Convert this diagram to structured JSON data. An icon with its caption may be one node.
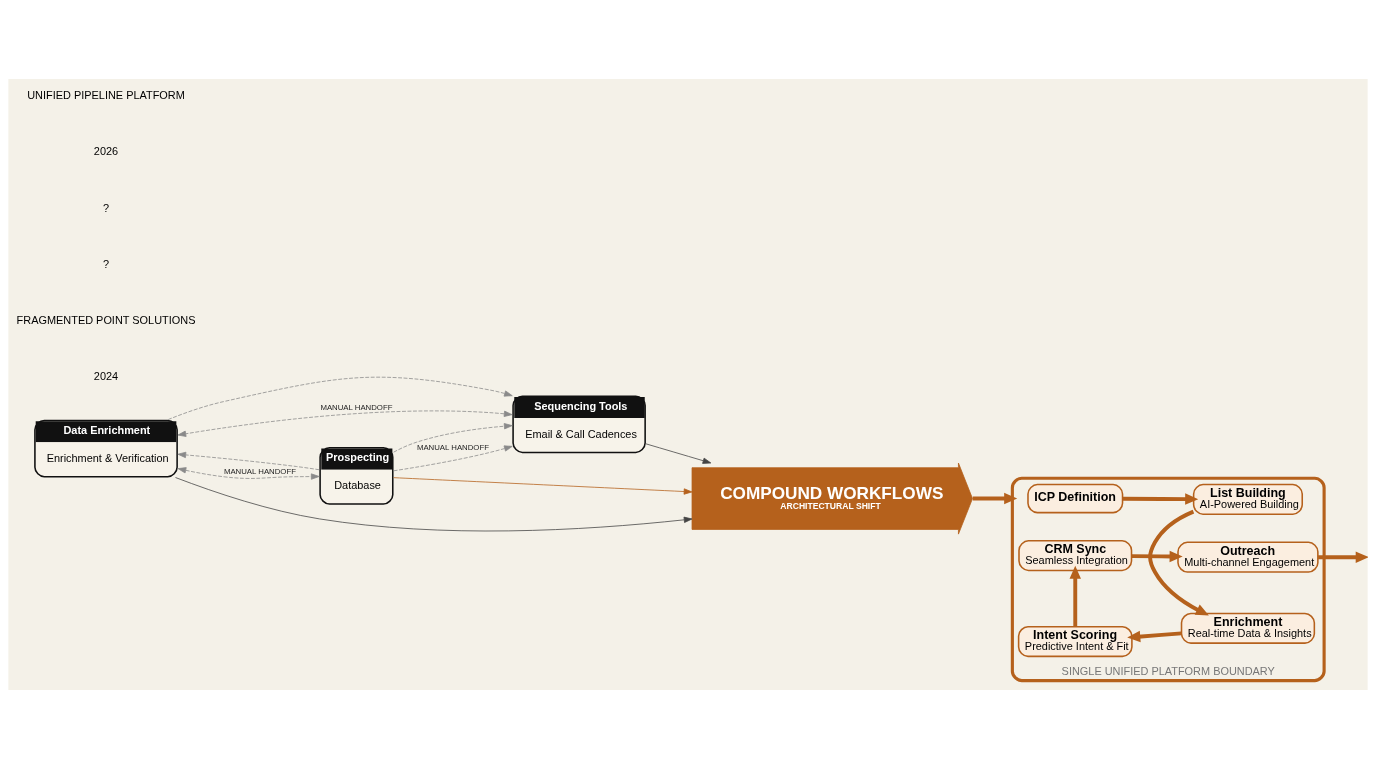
{
  "diagram": {
    "nodes": [
      {
        "text": [
          "Data Enrichment",
          "Enrichment & Verification"
        ]
      },
      {
        "text": [
          "Prospecting",
          "Database"
        ]
      },
      {
        "text": [
          "Sequencing Tools",
          "Email & Call Cadences"
        ]
      },
      {
        "text": [
          "COMPOUND WORKFLOWS",
          "ARCHITECTURAL SHIFT"
        ]
      },
      {
        "text": [
          "SINGLE UNIFIED PLATFORM BOUNDARY"
        ]
      },
      {
        "text": [
          "ICP Definition"
        ],
        "in": 4
      },
      {
        "text": [
          "List Building",
          "AI-Powered Building"
        ],
        "in": 4
      },
      {
        "text": [
          "Enrichment",
          "Real-time Data & Insights"
        ],
        "in": 4
      },
      {
        "text": [
          "Intent Scoring",
          "Predictive Intent & Fit"
        ],
        "in": 4
      },
      {
        "text": [
          "CRM Sync",
          "Seamless Integration"
        ],
        "in": 4
      },
      {
        "text": [
          "Outreach",
          "Multi-channel Engagement"
        ],
        "in": 4
      }
    ],
    "edges": [
      {
        "from": 0,
        "to": 1,
        "arrow": "both",
        "label": "MANUAL HANDOFF",
        "style": "dashed",
        "color": "#8a8a8a"
      },
      {
        "from": 1,
        "to": 0,
        "arrow": "to",
        "style": "dashed",
        "color": "#8a8a8a"
      },
      {
        "from": 2,
        "to": 0,
        "arrow": "both",
        "label": "MANUAL HANDOFF",
        "style": "dashed",
        "color": "#8a8a8a"
      },
      {
        "from": 1,
        "to": 2,
        "arrow": "to",
        "style": "dashed",
        "color": "#8a8a8a"
      },
      {
        "from": 0,
        "to": 2,
        "arrow": "to",
        "style": "dashed",
        "color": "#8a8a8a"
      },
      {
        "from": 1,
        "to": 2,
        "arrow": "to",
        "label": "MANUAL HANDOFF",
        "style": "dashed",
        "color": "#8a8a8a"
      },
      {
        "from": 0,
        "to": 3,
        "arrow": "to",
        "color": "#444444"
      },
      {
        "from": 1,
        "to": 3,
        "arrow": "to"
      },
      {
        "from": 2,
        "to": 3,
        "arrow": "to",
        "color": "#444444"
      },
      {
        "from": 3,
        "to": 4,
        "arrow": "to",
        "style": "thick"
      },
      {
        "from": 5,
        "to": 6,
        "arrow": "to",
        "style": "thick"
      },
      {
        "from": 6,
        "to": 7,
        "arrow": "to",
        "style": "thick"
      },
      {
        "from": 7,
        "to": 8,
        "arrow": "to",
        "style": "thick"
      },
      {
        "from": 8,
        "to": 9,
        "arrow": "to",
        "style": "thick"
      },
      {
        "from": 9,
        "to": 10,
        "arrow": "to",
        "style": "thick"
      },
      {
        "from": 10,
        "to": null,
        "arrow": "to",
        "style": "thick"
      }
    ],
    "labels": [
      "2024",
      "FRAGMENTED POINT SOLUTIONS",
      "?",
      "?",
      "2026",
      "UNIFIED PIPELINE PLATFORM"
    ]
  }
}
